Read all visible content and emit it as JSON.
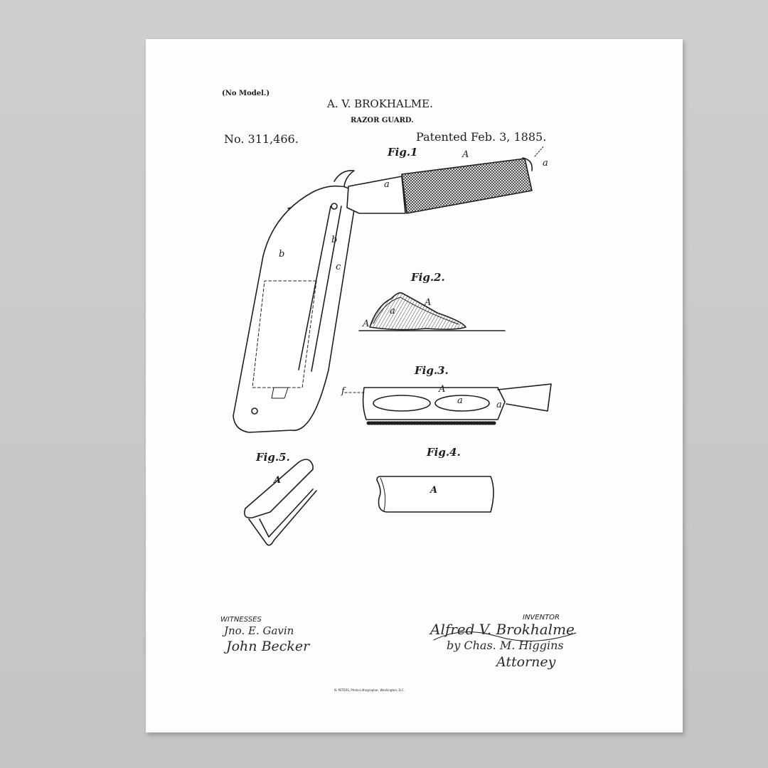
{
  "header": {
    "model_note": "(No Model.)",
    "inventor_name": "A. V. BROKHALME.",
    "title": "RAZOR GUARD.",
    "patent_number": "No. 311,466.",
    "patent_date": "Patented Feb. 3, 1885."
  },
  "figures": {
    "fig1": "Fig.1",
    "fig2": "Fig.2.",
    "fig3": "Fig.3.",
    "fig4": "Fig.4.",
    "fig5": "Fig.5."
  },
  "labels": {
    "A": "A",
    "a": "a",
    "b": "b",
    "c": "c",
    "f": "f"
  },
  "footer": {
    "witnesses_label": "WITNESSES",
    "witness_1": "Jno. E. Gavin",
    "witness_2": "John Becker",
    "inventor_label": "INVENTOR",
    "inventor_signature": "Alfred V. Brokhalme",
    "attorney_by": "by Chas. M. Higgins",
    "attorney_label": "Attorney",
    "imprint": "N. PETERS, Photo-Lithographer, Washington, D.C."
  },
  "colors": {
    "background": "#c8c8c8",
    "paper": "#fdfdfd",
    "ink": "#1e1e1e"
  }
}
